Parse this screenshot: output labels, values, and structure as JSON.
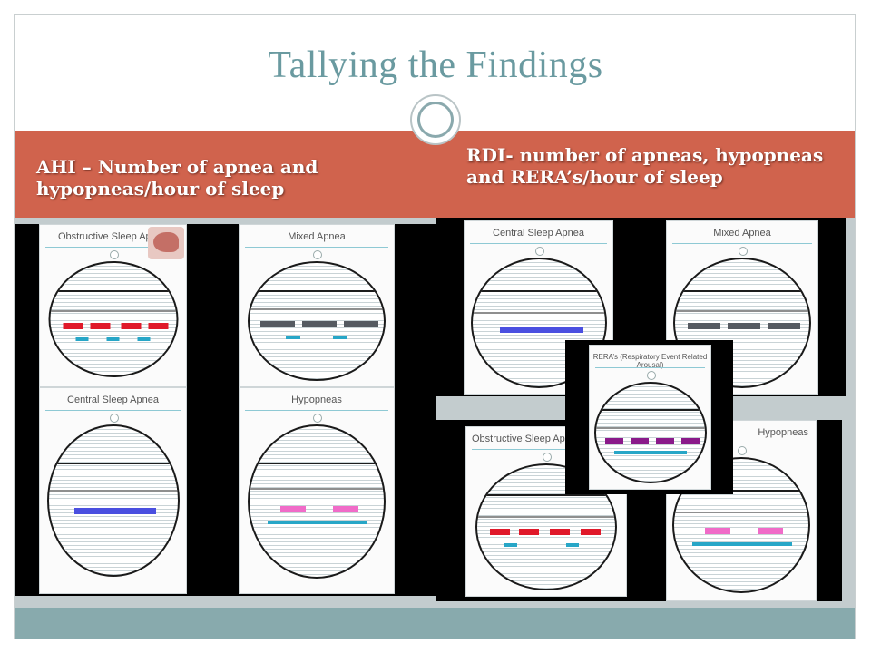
{
  "slide": {
    "title": "Tallying the Findings",
    "left_heading": "AHI – Number of apnea and hypopneas/hour of sleep",
    "right_heading": "RDI- number of apneas, hypopneas and RERA’s/hour of sleep"
  },
  "panels": {
    "left": [
      {
        "label": "Obstructive Sleep Apnea"
      },
      {
        "label": "Mixed Apnea"
      },
      {
        "label": "Central Sleep Apnea"
      },
      {
        "label": "Hypopneas"
      }
    ],
    "right": [
      {
        "label": "Central Sleep Apnea"
      },
      {
        "label": "Mixed Apnea"
      },
      {
        "label": "RERA’s (Respiratory Event Related Arousal)"
      },
      {
        "label": "Obstructive Sleep Apnea"
      },
      {
        "label": "Hypopneas"
      }
    ]
  },
  "colors": {
    "title": "#6a9aa0",
    "heading_band": "#d0634d",
    "content_bg": "#c3ccce",
    "footer": "#88aaad",
    "obstructive_bar": "#e0192a",
    "mixed_bar": "#555a61",
    "central_bar": "#4a4fe0",
    "hypopnea_bar": "#f06bc8",
    "rera_bar": "#8a1a8a"
  }
}
